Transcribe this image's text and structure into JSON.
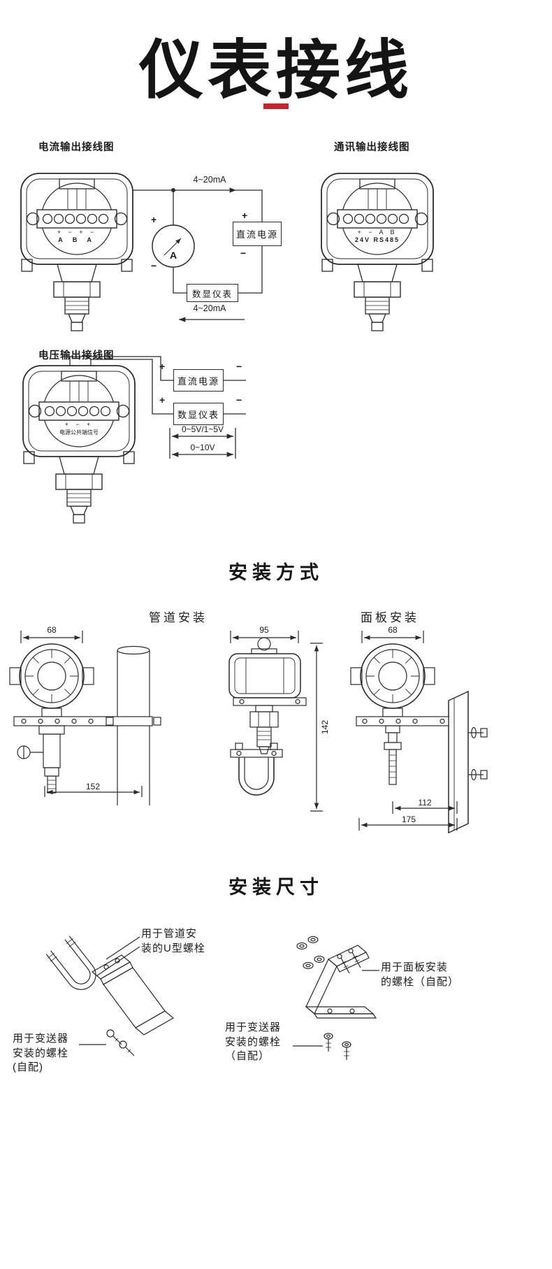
{
  "page": {
    "title": "仪表接线"
  },
  "symbols": {
    "plus": "+",
    "minus": "−"
  },
  "wiring": {
    "current": {
      "label": "电流输出接线图",
      "signal_top": "4~20mA",
      "signal_bottom": "4~20mA",
      "ammeter": "A",
      "dc_power": "直流电源",
      "display": "数显仪表",
      "terminals_row1": "+ − + −",
      "terminals_row2": "A B A"
    },
    "comm": {
      "label": "通讯输出接线图",
      "terminals_row1": "+ −  A B",
      "terminals_row2": "24V  RS485"
    },
    "voltage": {
      "label": "电压输出接线图",
      "dc_power": "直流电源",
      "display": "数显仪表",
      "range_1": "0~5V/1~5V",
      "range_2": "0~10V",
      "terminals_row1": "+ − +",
      "terminal_note": "电源公共端信号"
    }
  },
  "installation": {
    "heading": "安装方式",
    "pipe_label": "管道安装",
    "panel_label": "面板安装",
    "dims": {
      "pipe_width": "68",
      "pipe_offset": "152",
      "bracket_width": "95",
      "bracket_height": "142",
      "panel_width": "68",
      "panel_inner": "112",
      "panel_outer": "175"
    }
  },
  "mounting": {
    "heading": "安装尺寸",
    "labels": {
      "u_bolt": "用于管道安\n装的U型螺栓",
      "transmitter_bolt_left": "用于变送器\n安装的螺栓\n(自配)",
      "panel_bolt": "用于面板安装\n的螺栓（自配）",
      "transmitter_bolt_right": "用于变送器\n安装的螺栓\n（自配）"
    }
  }
}
